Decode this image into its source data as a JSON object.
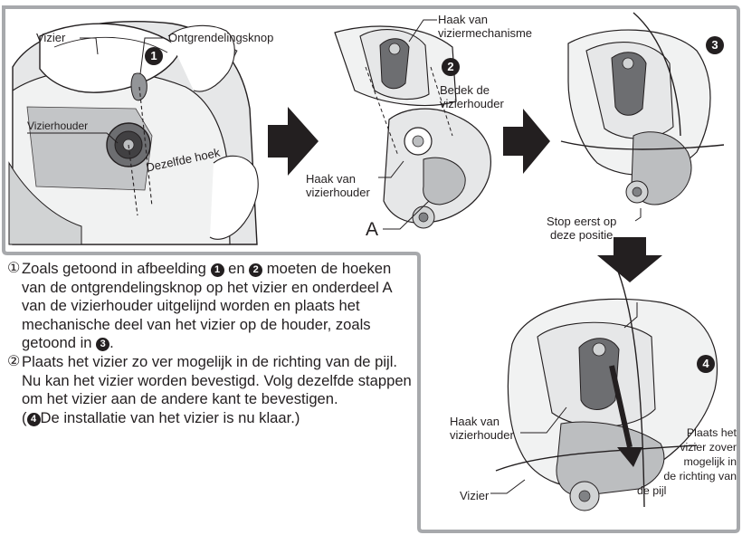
{
  "labels": {
    "vizier_top": "Vizier",
    "ontgrendelingsknop": "Ontgrendelingsknop",
    "vizierhouder": "Vizierhouder",
    "dezelfde_hoek": "Dezelfde hoek",
    "haak_mech_line1": "Haak van",
    "haak_mech_line2": "viziermechanisme",
    "bedek_line1": "Bedek de",
    "bedek_line2": "vizierhouder",
    "haak_houder_line1": "Haak van",
    "haak_houder_line2": "vizierhouder",
    "letter_a": "A",
    "stop_line1": "Stop eerst op",
    "stop_line2": "deze positie",
    "haak_houder4_line1": "Haak van",
    "haak_houder4_line2": "vizierhouder",
    "vizier_bottom": "Vizier",
    "plaats_line1": "Plaats het",
    "plaats_line2": "vizier zover",
    "plaats_line3": "mogelijk in",
    "plaats_line4": "de richting van",
    "plaats_line5": "de pijl"
  },
  "steps": {
    "one": "1",
    "two": "2",
    "three": "3",
    "four": "4"
  },
  "instructions": {
    "item1": {
      "num": "①",
      "part1": "Zoals getoond in afbeelding ",
      "badge1": "1",
      "part2": " en ",
      "badge2": "2",
      "part3": " moeten de hoeken van de ontgrendelingsknop op het vizier en onderdeel A van de vizierhouder uitgelijnd worden en plaats het mechanische deel van het vizier op de houder, zoals getoond in ",
      "badge3": "3",
      "part4": "."
    },
    "item2": {
      "num": "②",
      "text": "Plaats het vizier zo ver mogelijk in de richting van de pijl. Nu kan het vizier worden bevestigd. Volg dezelfde stappen om het vizier aan de andere kant te bevestigen.",
      "note_open": "(",
      "note_badge": "4",
      "note_text": "De installatie van het vizier is nu klaar.)"
    }
  },
  "colors": {
    "frame": "#a7a9ac",
    "ink": "#231f20",
    "light_gray": "#d9d9d9",
    "mid_gray": "#bcbec0",
    "dark_gray": "#808285"
  }
}
